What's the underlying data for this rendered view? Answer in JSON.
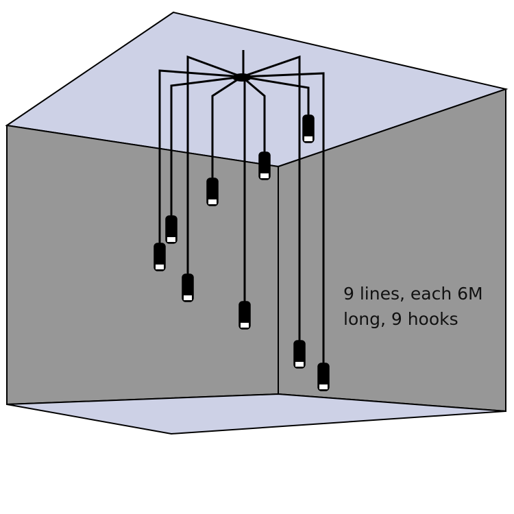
{
  "caption": {
    "line1": "9 lines, each 6M",
    "line2": "long, 9 hooks"
  },
  "colors": {
    "ceiling": "#cdd1e6",
    "wall": "#979797",
    "floor": "#cdd1e6",
    "cord": "#000000",
    "shade": "#000000"
  },
  "pendant_count": 9
}
